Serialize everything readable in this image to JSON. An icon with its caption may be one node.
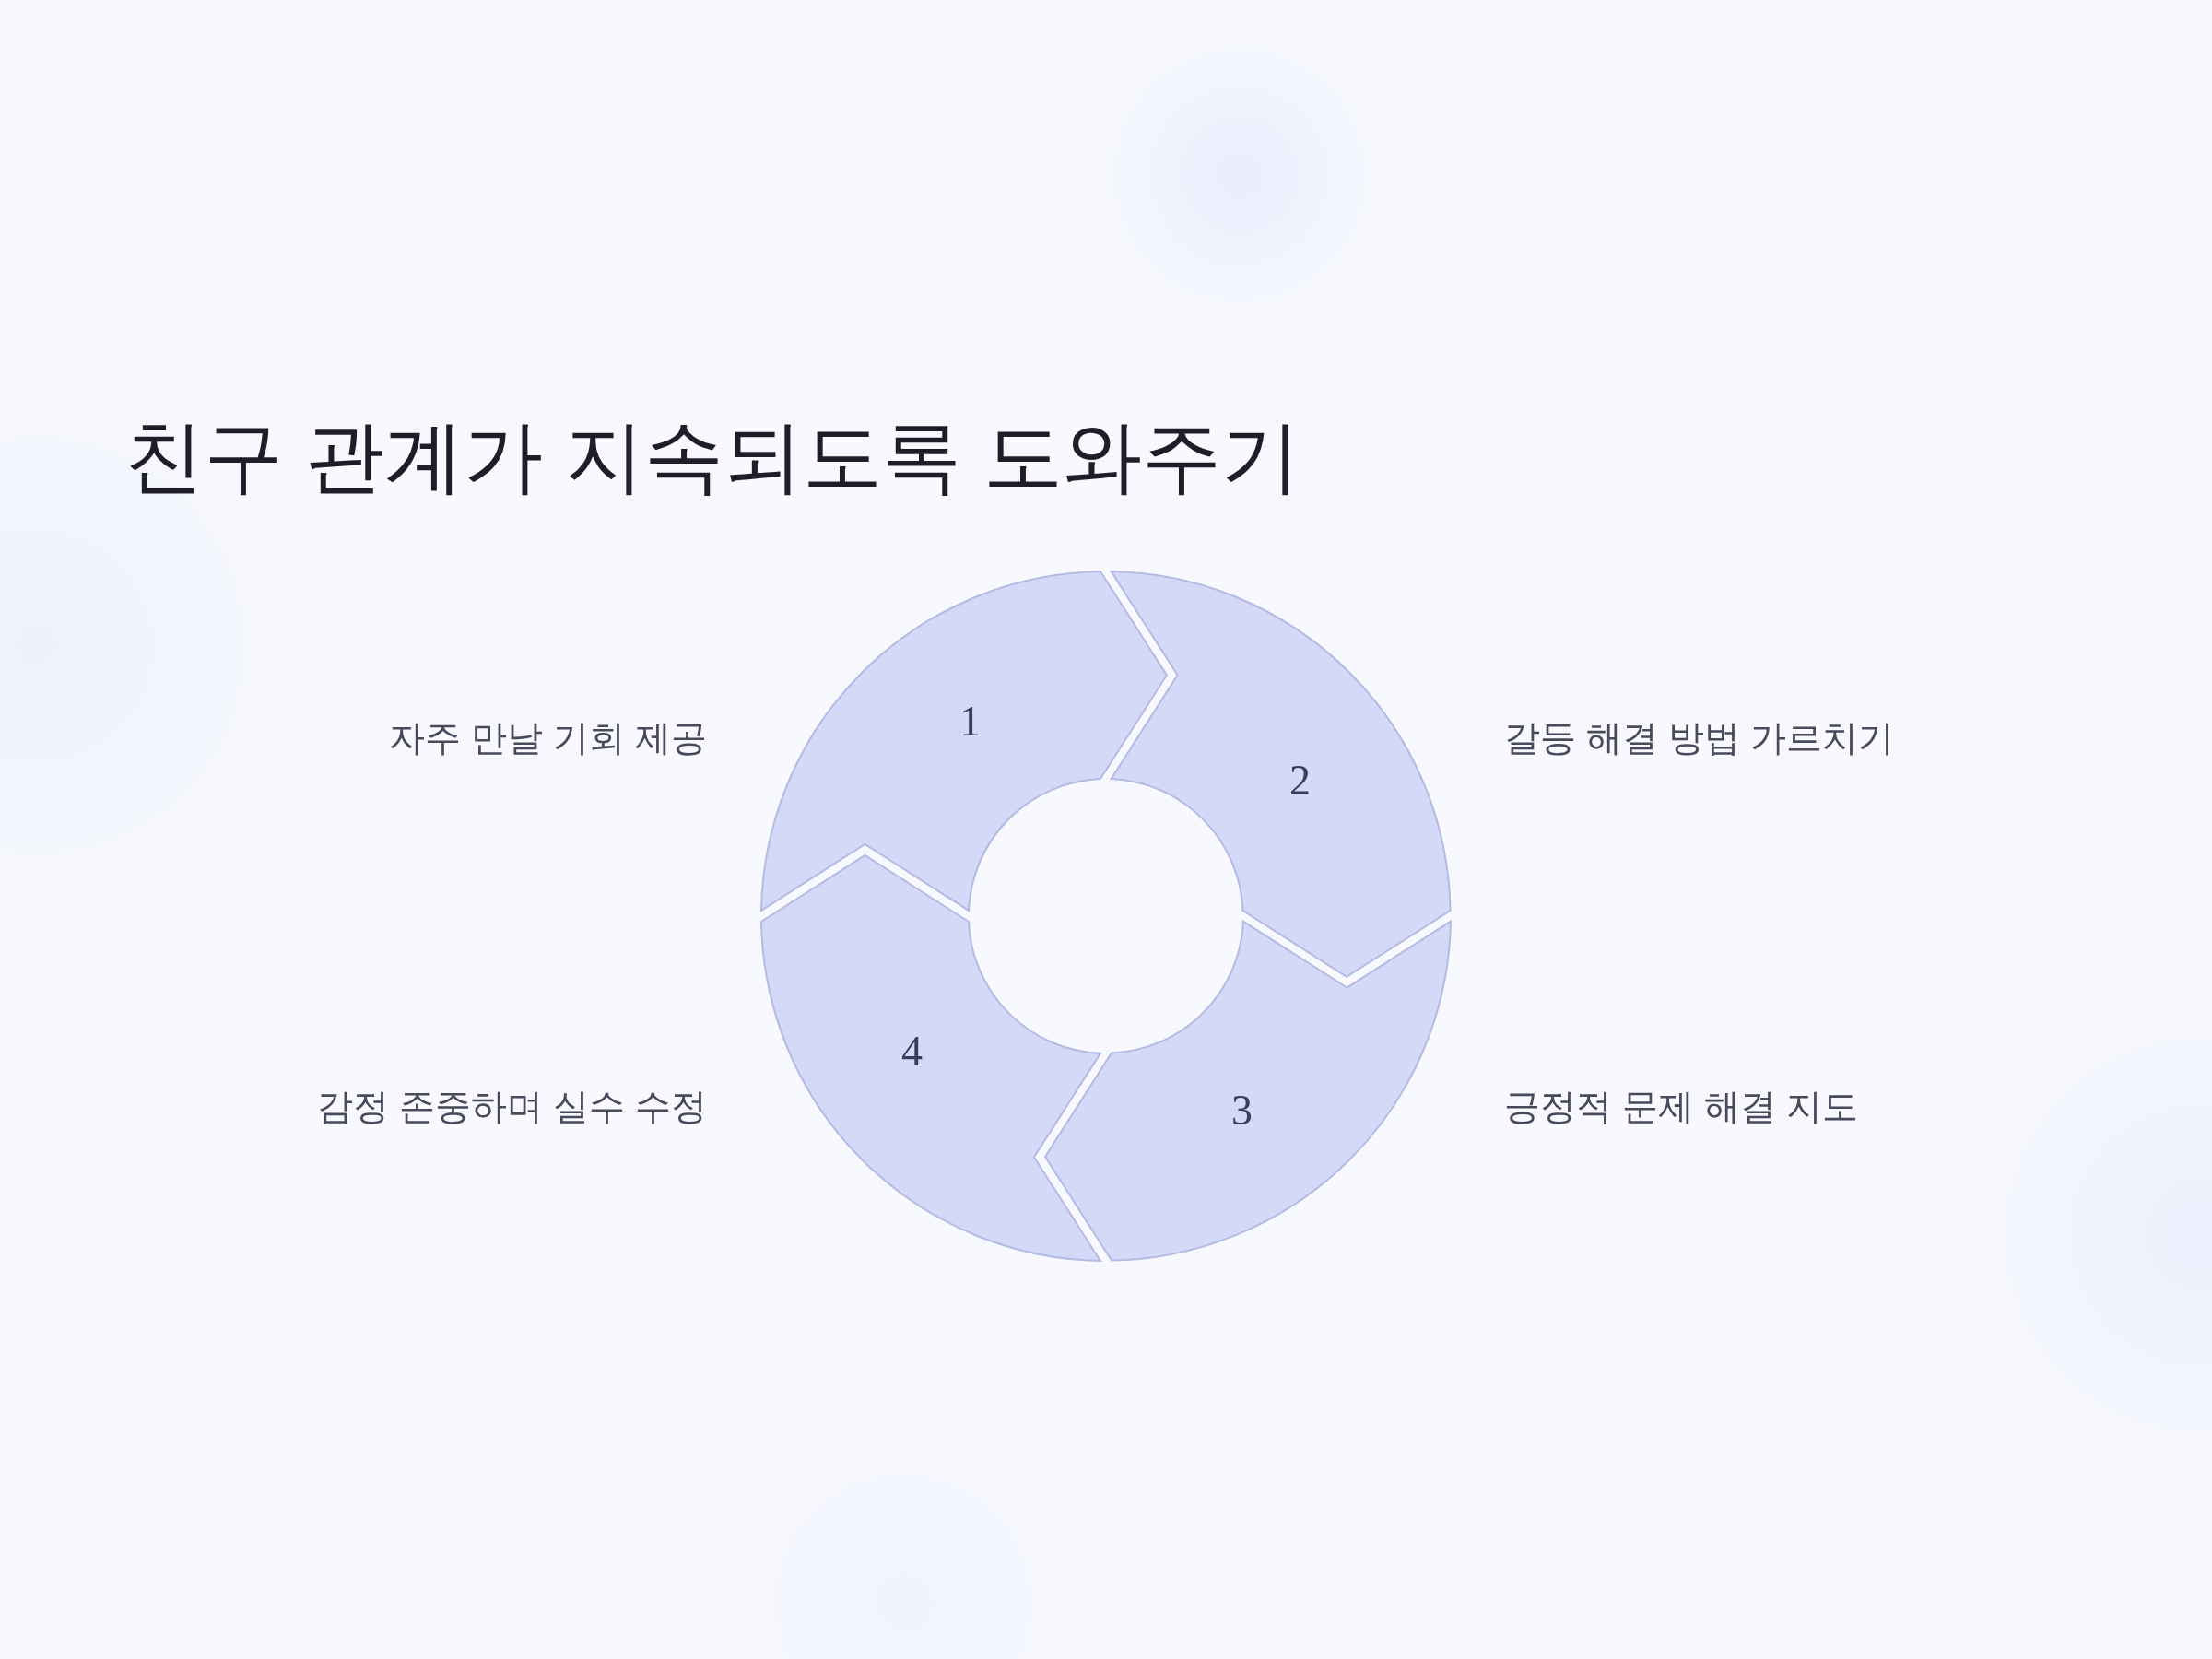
{
  "diagram": {
    "title": "친구 관계가 지속되도록 도와주기",
    "nodes": [
      {
        "text": [
          "1"
        ],
        "beside": [
          "자주 만날 기회 제공"
        ]
      },
      {
        "text": [
          "2"
        ],
        "beside": [
          "갈등 해결 방법 가르치기"
        ]
      },
      {
        "text": [
          "3"
        ],
        "beside": [
          "긍정적 문제 해결 지도"
        ]
      },
      {
        "text": [
          "4"
        ],
        "beside": [
          "감정 존중하며 실수 수정"
        ]
      }
    ]
  }
}
